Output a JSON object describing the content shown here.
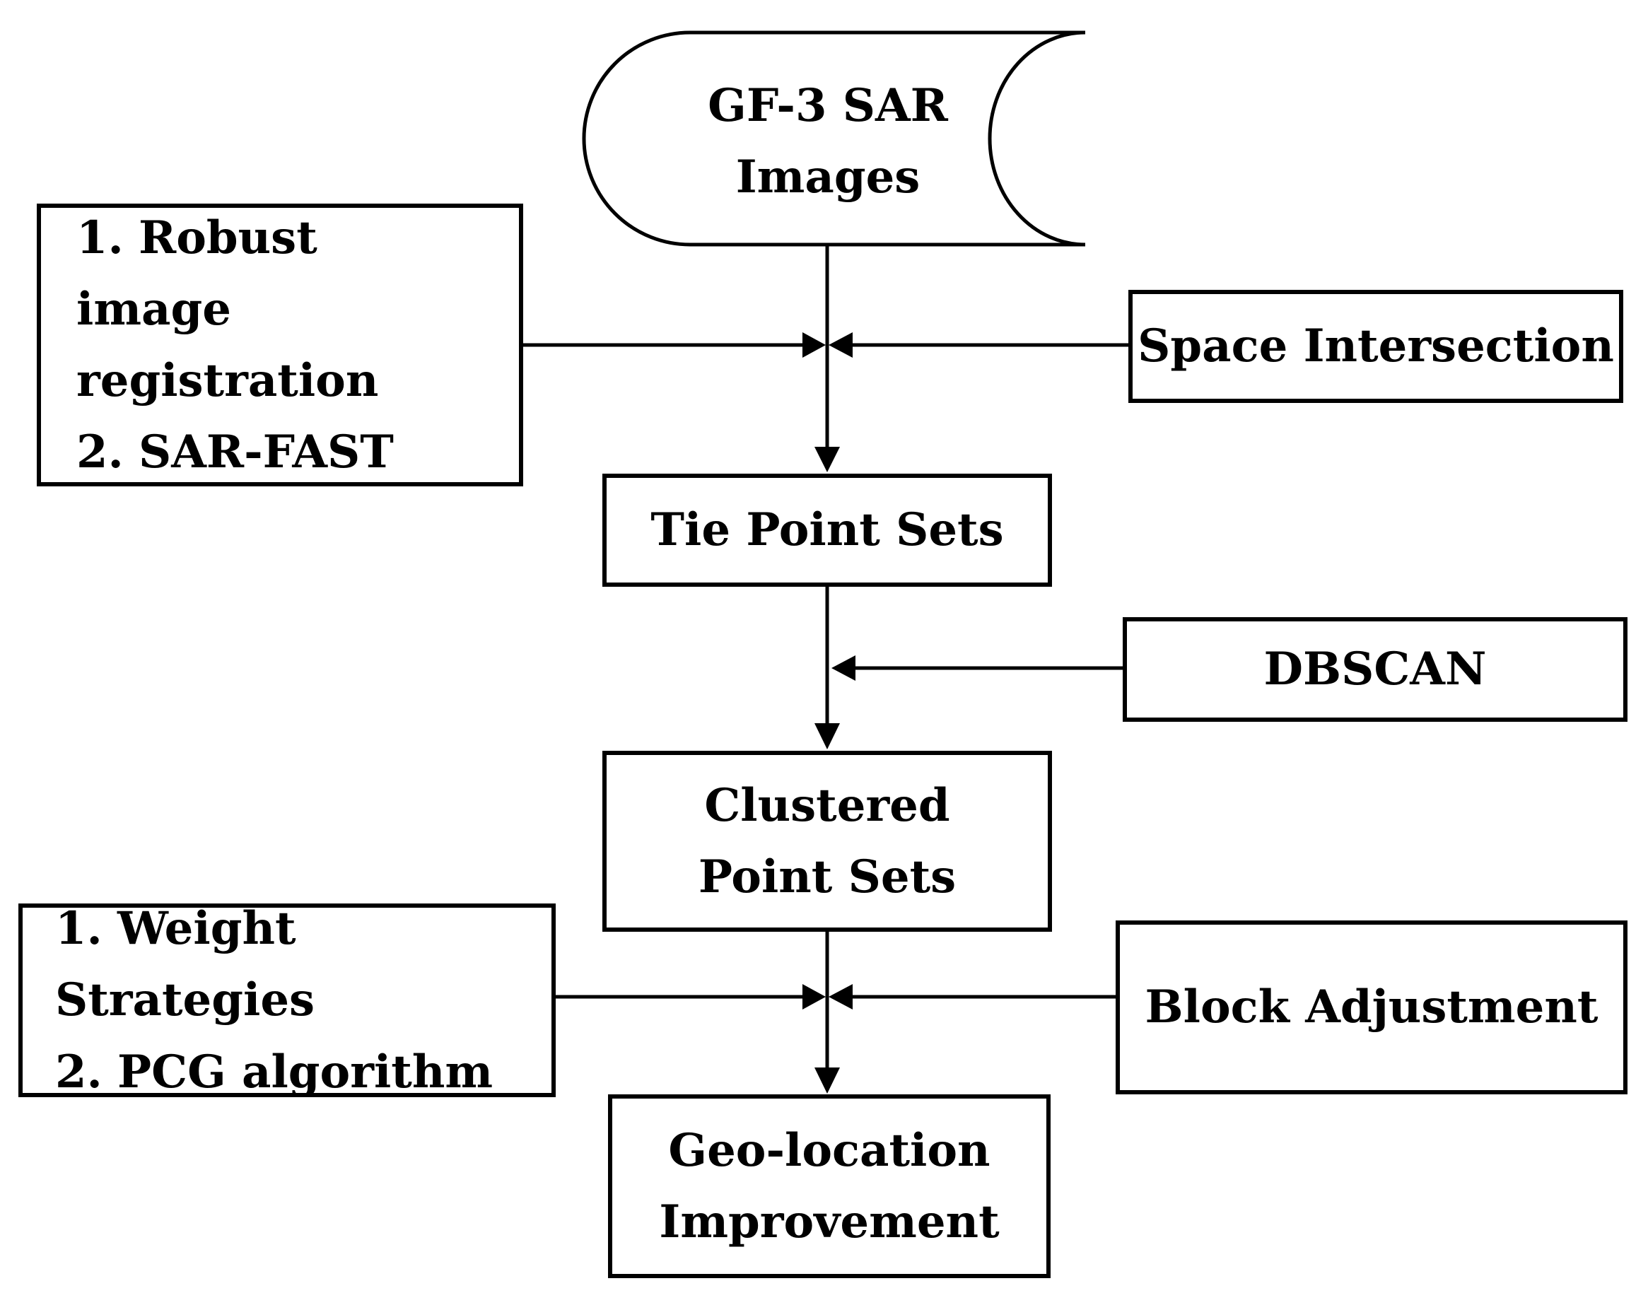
{
  "nodes": {
    "source": {
      "line1": "GF-3 SAR",
      "line2": "Images"
    },
    "tie_point_sets": {
      "label": "Tie Point Sets"
    },
    "clustered": {
      "line1": "Clustered",
      "line2": "Point Sets"
    },
    "geo_location": {
      "line1": "Geo-location",
      "line2": "Improvement"
    }
  },
  "inputs": {
    "registration": {
      "items": [
        {
          "num": "1.",
          "text": "Robust image registration"
        },
        {
          "num": "2.",
          "text": "SAR-FAST"
        }
      ]
    },
    "space_intersection": {
      "label": "Space Intersection"
    },
    "dbscan": {
      "label": "DBSCAN"
    },
    "weights": {
      "items": [
        {
          "num": "1.",
          "text": "Weight Strategies"
        },
        {
          "num": "2.",
          "text": "PCG algorithm"
        }
      ]
    },
    "block_adjustment": {
      "label": "Block Adjustment"
    }
  },
  "colors": {
    "stroke": "#000000",
    "background": "#ffffff"
  }
}
